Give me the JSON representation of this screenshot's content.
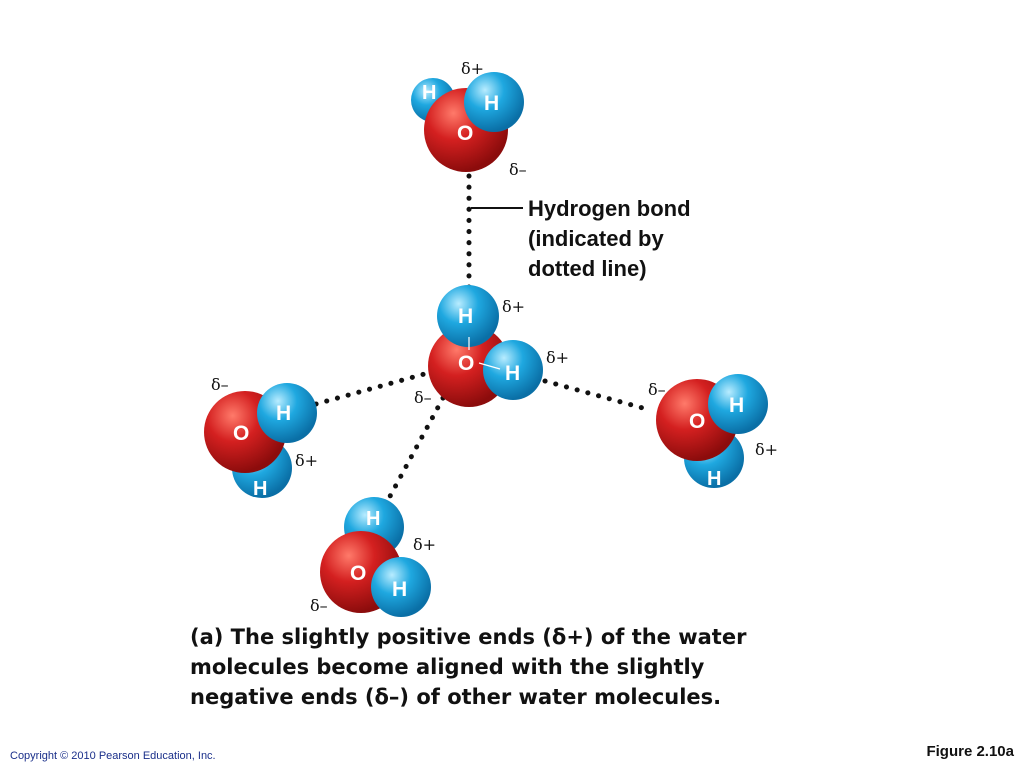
{
  "diagram": {
    "atom_labels": {
      "oxygen": "O",
      "hydrogen": "H"
    },
    "charges": {
      "positive": "δ+",
      "negative": "δ–"
    },
    "annotation": {
      "line1": "Hydrogen bond",
      "line2": "(indicated by",
      "line3": "dotted line)"
    }
  },
  "caption": {
    "line1": "(a) The slightly positive ends (δ+) of the water",
    "line2": "molecules become aligned with the slightly",
    "line3": "negative ends (δ–) of other water molecules."
  },
  "footer": {
    "copyright": "Copyright © 2010 Pearson Education, Inc.",
    "figure": "Figure 2.10a"
  },
  "colors": {
    "oxygen": "#d42020",
    "hydrogen": "#1fa8e0",
    "bond": "#111111",
    "copyright": "#1a2f8a"
  }
}
